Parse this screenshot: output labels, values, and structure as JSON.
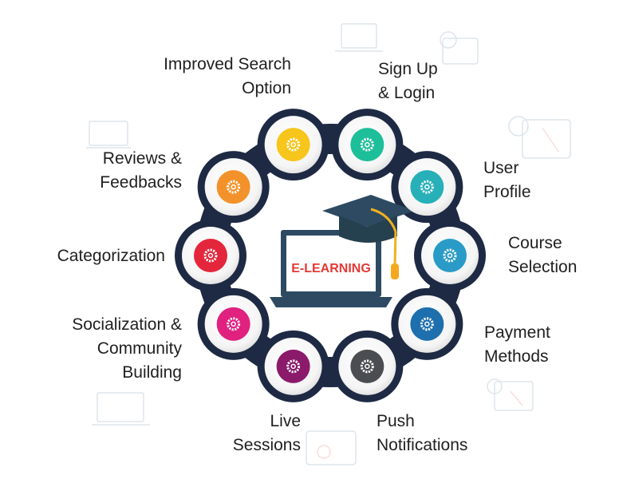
{
  "center": {
    "label": "E-LEARNING"
  },
  "features": [
    {
      "id": "sign-up-login",
      "lines": [
        "Sign Up",
        "& Login"
      ],
      "color": "#1dbf9a"
    },
    {
      "id": "user-profile",
      "lines": [
        "User",
        "Profile"
      ],
      "color": "#27b0b8"
    },
    {
      "id": "course-selection",
      "lines": [
        "Course",
        "Selection"
      ],
      "color": "#2a9bc6"
    },
    {
      "id": "payment-methods",
      "lines": [
        "Payment",
        "Methods"
      ],
      "color": "#1e6fae"
    },
    {
      "id": "push-notifications",
      "lines": [
        "Push",
        "Notifications"
      ],
      "color": "#4a4d52"
    },
    {
      "id": "live-sessions",
      "lines": [
        "Live",
        "Sessions"
      ],
      "color": "#8b1a6b"
    },
    {
      "id": "socialization",
      "lines": [
        "Socialization &",
        "Community",
        "Building"
      ],
      "color": "#e0217f"
    },
    {
      "id": "categorization",
      "lines": [
        "Categorization"
      ],
      "color": "#e3263b"
    },
    {
      "id": "reviews-feedbacks",
      "lines": [
        "Reviews &",
        "Feedbacks"
      ],
      "color": "#f3922a"
    },
    {
      "id": "improved-search",
      "lines": [
        "Improved Search",
        "Option"
      ],
      "color": "#f7c51b"
    }
  ],
  "icons": {
    "node": "gear-icon",
    "center": "laptop-graduation-cap-icon",
    "background": "faded-device-icon"
  },
  "colors": {
    "ring": "#1e2a44",
    "node_bg": "#ffffff",
    "center_text": "#e53935",
    "cap": "#2d4a62",
    "tassel": "#f2b01e"
  }
}
